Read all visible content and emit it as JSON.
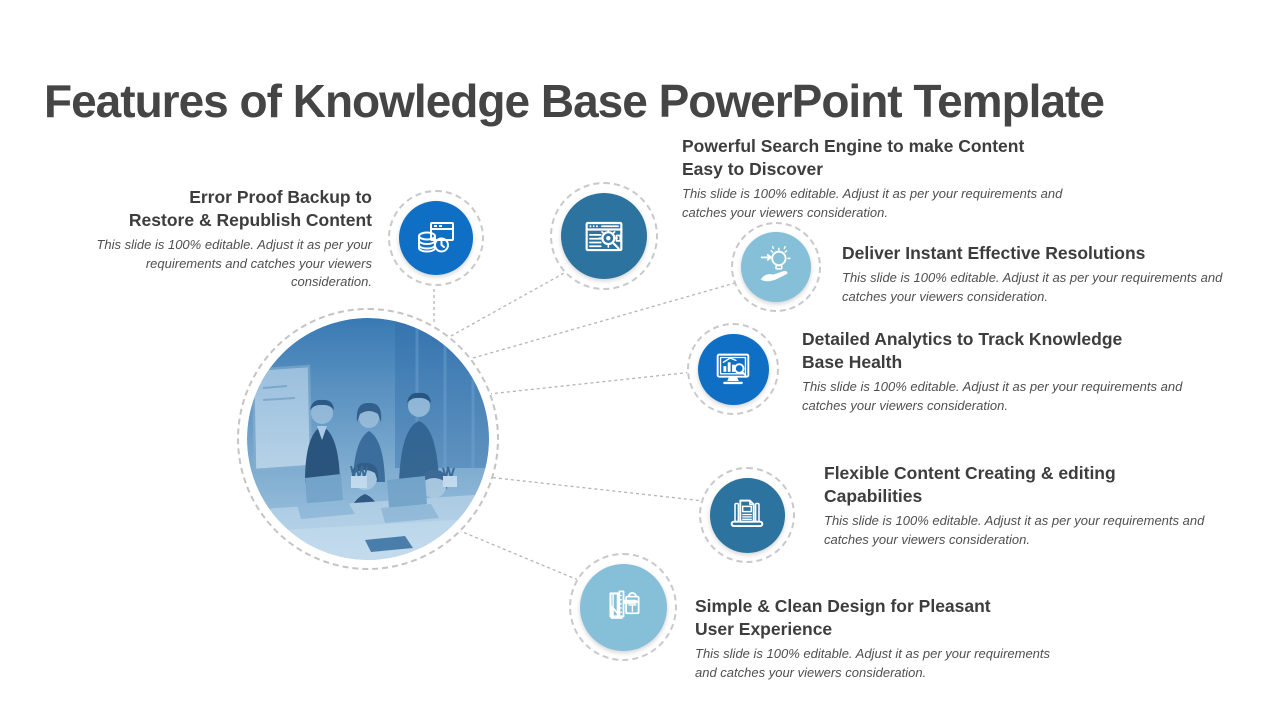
{
  "slide": {
    "title": "Features of Knowledge Base PowerPoint Template"
  },
  "colors": {
    "bright_blue": "#0e6fc5",
    "steel_blue": "#2c739f",
    "light_blue": "#85bfd8",
    "heading_text": "#3d3d3d",
    "body_text": "#4f4f4f",
    "connector_gray": "#b5b5b5"
  },
  "features": [
    {
      "title": "Error Proof Backup to Restore & Republish Content",
      "description": "This slide is 100% editable. Adjust it as per your requirements and catches your viewers consideration.",
      "icon": "backup-database-icon",
      "color": "#0e6fc5"
    },
    {
      "title": "Powerful Search Engine to make Content Easy to Discover",
      "description": "This slide is 100% editable. Adjust it as per your requirements and catches your viewers consideration.",
      "icon": "search-browser-icon",
      "color": "#2c739f"
    },
    {
      "title": "Deliver Instant Effective Resolutions",
      "description": "This slide is 100% editable. Adjust it as per your requirements and catches your viewers consideration.",
      "icon": "idea-hand-icon",
      "color": "#85bfd8"
    },
    {
      "title": "Detailed Analytics to Track Knowledge Base Health",
      "description": "This slide is 100% editable. Adjust it as per your requirements and catches your viewers consideration.",
      "icon": "analytics-monitor-icon",
      "color": "#0e6fc5"
    },
    {
      "title": "Flexible Content Creating & editing Capabilities",
      "description": "This slide is 100% editable. Adjust it as per your requirements and catches your viewers consideration.",
      "icon": "document-scroll-icon",
      "color": "#2c739f"
    },
    {
      "title": "Simple & Clean Design for Pleasant User Experience",
      "description": "This slide is 100% editable. Adjust it as per your requirements and catches your viewers consideration.",
      "icon": "design-tools-icon",
      "color": "#85bfd8"
    }
  ]
}
